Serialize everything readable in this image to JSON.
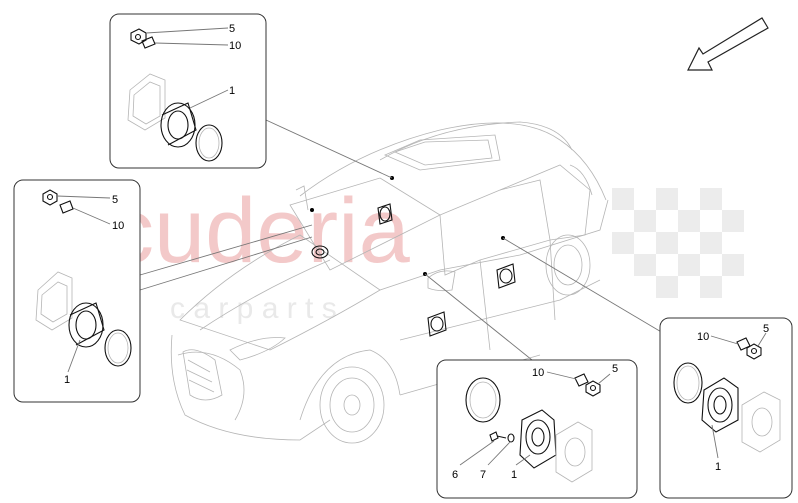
{
  "watermark": {
    "brand": "scuderia",
    "sub": "c a r   p a r t s",
    "color": "#f2c6c6"
  },
  "callouts": {
    "top": {
      "a": "5",
      "b": "10",
      "c": "1"
    },
    "left": {
      "a": "5",
      "b": "10",
      "c": "1"
    },
    "bottom": {
      "a": "10",
      "b": "5",
      "c": "6",
      "d": "7",
      "e": "1"
    },
    "right": {
      "a": "10",
      "b": "5",
      "c": "1"
    }
  },
  "colors": {
    "line": "#777777",
    "box_border": "#333333",
    "part_dark": "#111111"
  }
}
